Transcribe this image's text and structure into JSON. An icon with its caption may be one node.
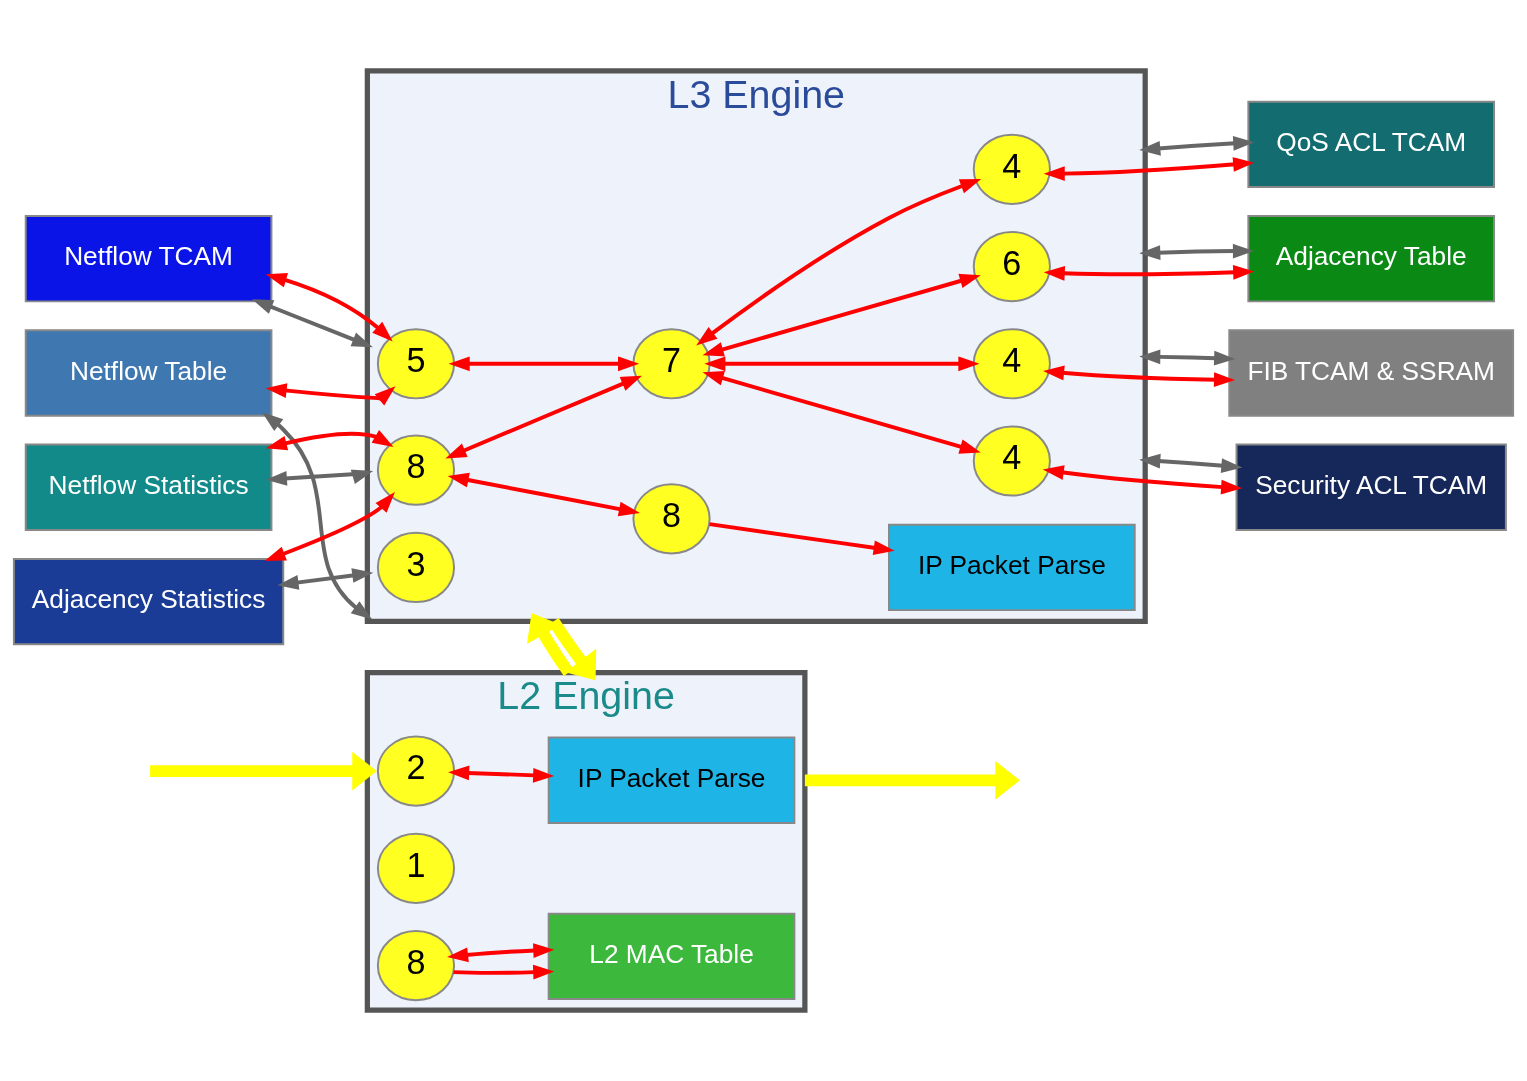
{
  "diagram": {
    "nodes": [
      {
        "text": [
          "L3 Engine"
        ]
      },
      {
        "text": [
          "5"
        ],
        "in": 0
      },
      {
        "text": [
          "7"
        ],
        "in": 0
      },
      {
        "text": [
          "4"
        ],
        "in": 0
      },
      {
        "text": [
          "4"
        ],
        "in": 0
      },
      {
        "text": [
          "4"
        ],
        "in": 0
      },
      {
        "text": [
          "6"
        ],
        "in": 0
      },
      {
        "text": [
          "8"
        ],
        "in": 0
      },
      {
        "text": [
          "3"
        ],
        "in": 0
      },
      {
        "text": [
          "8"
        ],
        "in": 0
      },
      {
        "text": [
          "IP Packet Parse"
        ],
        "in": 0
      },
      {
        "text": [
          "L2 Engine"
        ]
      },
      {
        "text": [
          "2"
        ],
        "in": 11
      },
      {
        "text": [
          "IP Packet Parse"
        ],
        "in": 11
      },
      {
        "text": [
          "1"
        ],
        "in": 11
      },
      {
        "text": [
          "8"
        ],
        "in": 11
      },
      {
        "text": [
          "L2 MAC Table"
        ],
        "in": 11
      },
      {
        "text": [
          "Netflow TCAM"
        ]
      },
      {
        "text": [
          "Netflow Table"
        ]
      },
      {
        "text": [
          "Netflow Statistics"
        ]
      },
      {
        "text": [
          "Adjacency Statistics"
        ]
      },
      {
        "text": [
          "FIB TCAM & SSRAM"
        ]
      },
      {
        "text": [
          "Security ACL TCAM"
        ]
      },
      {
        "text": [
          "QoS ACL TCAM"
        ]
      },
      {
        "text": [
          "Adjacency Table"
        ]
      }
    ],
    "edges": [
      {
        "from": 17,
        "to": 1,
        "arrow": "both"
      },
      {
        "from": 1,
        "to": 18,
        "arrow": "both"
      },
      {
        "from": 1,
        "to": 2,
        "arrow": "both"
      },
      {
        "from": 2,
        "to": 3,
        "arrow": "both"
      },
      {
        "from": 2,
        "to": 4,
        "arrow": "both"
      },
      {
        "from": 2,
        "to": 5,
        "arrow": "both"
      },
      {
        "from": 2,
        "to": 6,
        "arrow": "both"
      },
      {
        "from": 3,
        "to": 21,
        "arrow": "both"
      },
      {
        "from": 4,
        "to": 22,
        "arrow": "both"
      },
      {
        "from": 5,
        "to": 23,
        "arrow": "both"
      },
      {
        "from": 6,
        "to": 24,
        "arrow": "both"
      },
      {
        "from": 2,
        "to": 7,
        "arrow": "both"
      },
      {
        "from": 19,
        "to": 7,
        "arrow": "both"
      },
      {
        "from": 20,
        "to": 7,
        "arrow": "both"
      },
      {
        "from": 7,
        "to": 9,
        "arrow": "both"
      },
      {
        "from": 9,
        "to": 10,
        "arrow": "to"
      },
      {
        "from": 12,
        "to": 13,
        "arrow": "both"
      },
      {
        "from": 15,
        "to": 16,
        "arrow": "to"
      },
      {
        "from": 15,
        "to": 16,
        "arrow": "both"
      },
      {
        "from": 17,
        "to": 0,
        "arrow": "both",
        "color": "#666666"
      },
      {
        "from": 18,
        "to": 0,
        "arrow": "both",
        "color": "#666666"
      },
      {
        "from": 19,
        "to": 0,
        "arrow": "both",
        "color": "#666666"
      },
      {
        "from": 20,
        "to": 0,
        "arrow": "both",
        "color": "#666666"
      },
      {
        "from": 0,
        "to": 21,
        "arrow": "both",
        "color": "#666666"
      },
      {
        "from": 0,
        "to": 22,
        "arrow": "both",
        "color": "#666666"
      },
      {
        "from": 0,
        "to": 23,
        "arrow": "both",
        "color": "#666666"
      },
      {
        "from": 0,
        "to": 24,
        "arrow": "both",
        "color": "#666666"
      },
      {
        "from": 11,
        "to": 0,
        "arrow": "to",
        "style": "thick",
        "color": "#ffff00"
      },
      {
        "from": 0,
        "to": 11,
        "arrow": "to",
        "style": "thick",
        "color": "#ffff00"
      },
      {
        "from": null,
        "to": 11,
        "arrow": "to",
        "style": "thick",
        "color": "#ffff00"
      },
      {
        "from": 11,
        "to": null,
        "arrow": "to",
        "style": "thick",
        "color": "#ffff00"
      }
    ]
  }
}
